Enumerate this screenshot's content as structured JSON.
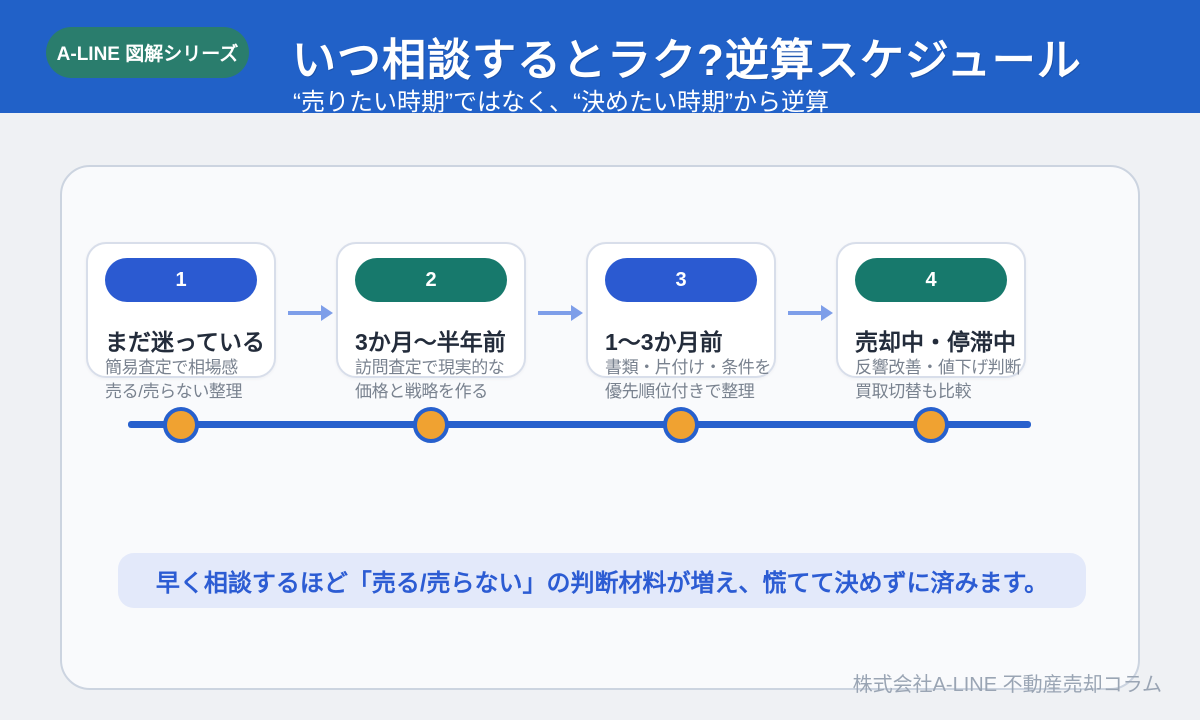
{
  "header": {
    "badge": "A-LINE 図解シリーズ",
    "title": "いつ相談するとラク?逆算スケジュール",
    "subtitle": "“売りたい時期”ではなく、“決めたい時期”から逆算"
  },
  "steps": [
    {
      "number": "1",
      "pill_color": "#2b5ad1",
      "title": "まだ迷っている",
      "desc_line1": "簡易査定で相場感",
      "desc_line2": "売る/売らない整理"
    },
    {
      "number": "2",
      "pill_color": "#17796c",
      "title": "3か月〜半年前",
      "desc_line1": "訪問査定で現実的な",
      "desc_line2": "価格と戦略を作る"
    },
    {
      "number": "3",
      "pill_color": "#2b5ad1",
      "title": "1〜3か月前",
      "desc_line1": "書類・片付け・条件を",
      "desc_line2": "優先順位付きで整理"
    },
    {
      "number": "4",
      "pill_color": "#17796c",
      "title": "売却中・停滞中",
      "desc_line1": "反響改善・値下げ判断",
      "desc_line2": "買取切替も比較"
    }
  ],
  "callout": {
    "text": "早く相談するほど「売る/売らない」の判断材料が増え、慌てて決めずに済みます。"
  },
  "footer": {
    "text": "株式会社A-LINE 不動産売却コラム"
  },
  "colors": {
    "header_bg": "#2161c8",
    "badge_bg": "#2a7d6d",
    "accent_blue": "#2b5ad1",
    "accent_teal": "#17796c",
    "timeline_blue": "#2760cd",
    "dot_orange": "#f0a231",
    "arrow_blue": "#7e9ee9",
    "callout_bg": "#e3e9fa",
    "callout_text": "#2c5cd3",
    "page_bg": "#eff1f4",
    "panel_bg": "#f9fafc"
  }
}
